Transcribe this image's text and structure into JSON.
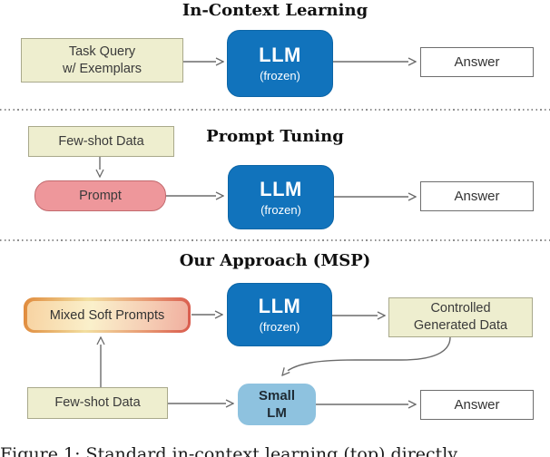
{
  "sections": {
    "icl": {
      "title": "In-Context Learning",
      "input_line1": "Task Query",
      "input_line2": "w/ Exemplars",
      "llm": "LLM",
      "llm_sub": "(frozen)",
      "answer": "Answer"
    },
    "pt": {
      "title": "Prompt Tuning",
      "few_shot": "Few-shot Data",
      "prompt": "Prompt",
      "llm": "LLM",
      "llm_sub": "(frozen)",
      "answer": "Answer"
    },
    "msp": {
      "title": "Our Approach (MSP)",
      "soft_prompts": "Mixed Soft Prompts",
      "llm": "LLM",
      "llm_sub": "(frozen)",
      "generated_line1": "Controlled",
      "generated_line2": "Generated Data",
      "few_shot": "Few-shot Data",
      "small_lm_line1": "Small",
      "small_lm_line2": "LM",
      "answer": "Answer"
    }
  },
  "caption": "Figure 1: Standard in-context learning (top) directly",
  "colors": {
    "llm_blue": "#1173bc",
    "small_lm_blue": "#8ec2df",
    "data_beige": "#eeeecf",
    "beige_border": "#a9a98b",
    "prompt_pink": "#ee979b",
    "pink_border": "#c26a6e",
    "gradient_orange": "#e08a3c",
    "gradient_yellow": "#f2dfa0",
    "gradient_red": "#d95b4d",
    "arrow_gray": "#6b6b6b"
  }
}
